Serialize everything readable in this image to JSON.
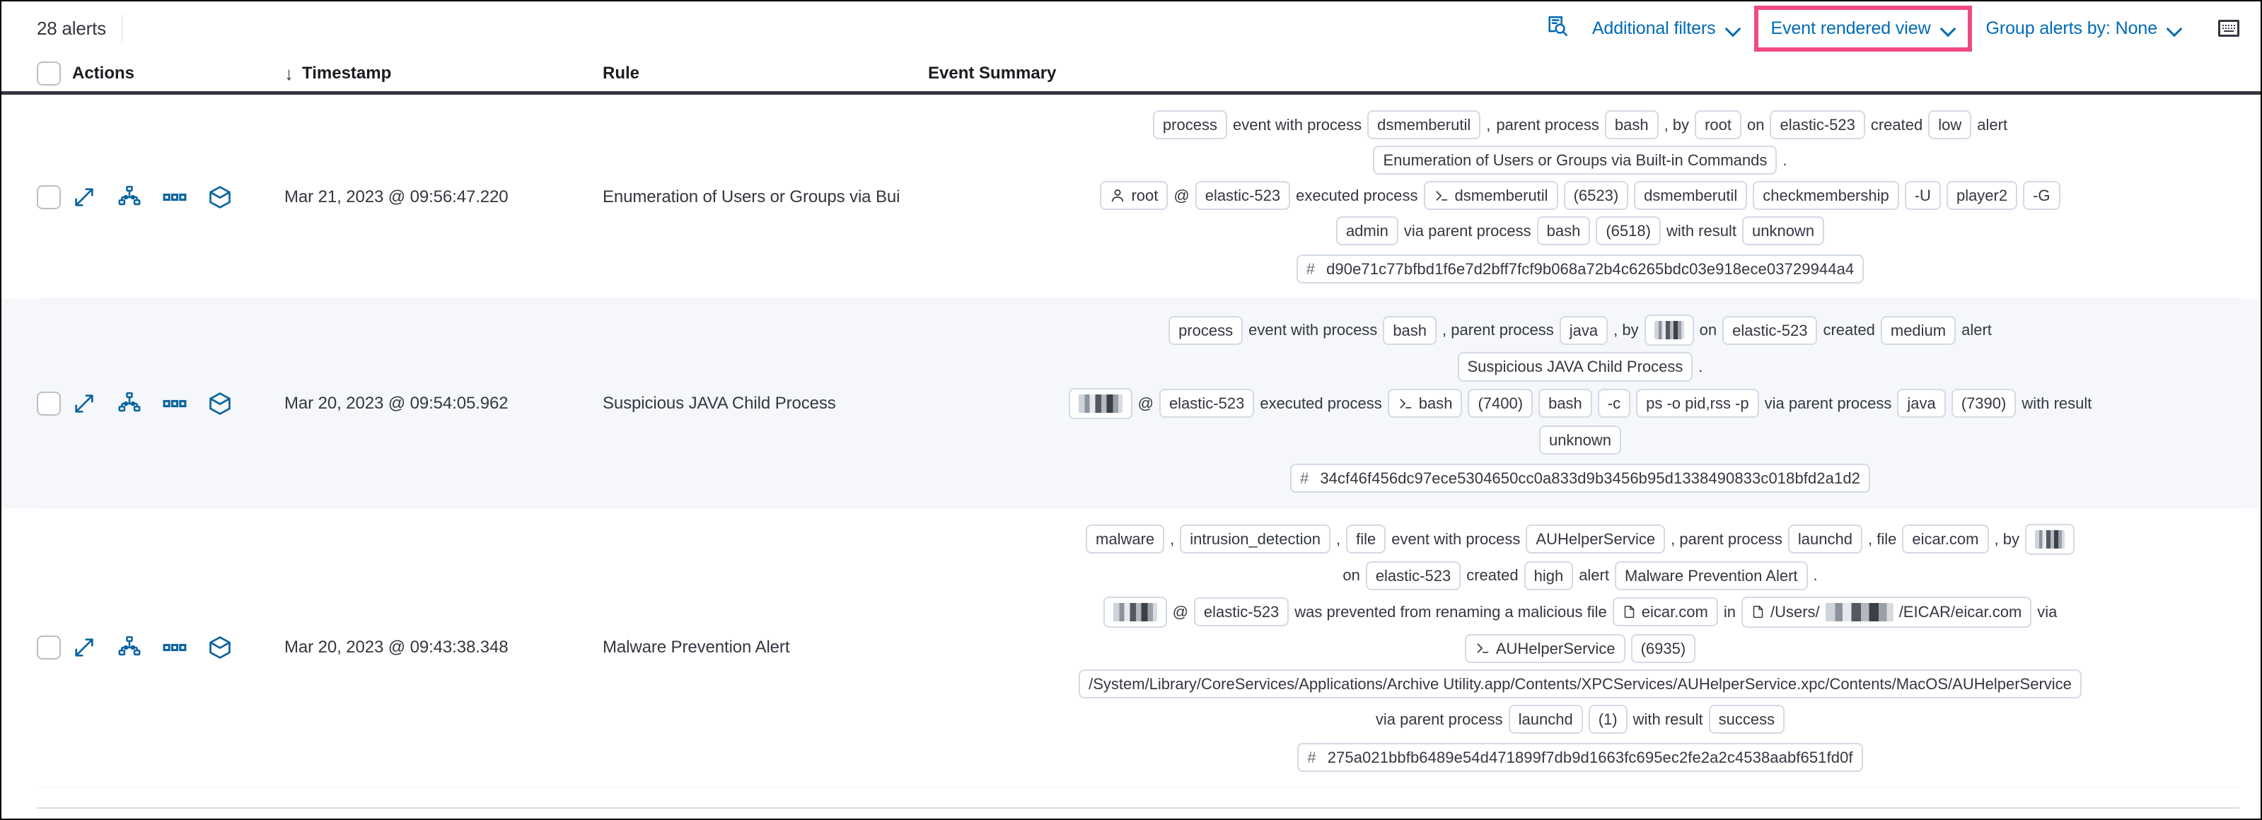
{
  "toolbar": {
    "alerts_count": "28 alerts",
    "inspect_icon": "inspect-icon",
    "additional_filters_label": "Additional filters",
    "view_select_label": "Event rendered view",
    "group_by_label": "Group alerts by: None",
    "keyboard_icon": "keyboard-icon",
    "highlight_color": "#ef4a81",
    "link_color": "#006bb4"
  },
  "table": {
    "columns": {
      "select_all": "",
      "actions": "Actions",
      "timestamp": "Timestamp",
      "timestamp_sort": "↓",
      "rule": "Rule",
      "event_summary": "Event Summary"
    },
    "row_actions": [
      {
        "name": "expand-icon",
        "title": "Expand"
      },
      {
        "name": "session-view-icon",
        "title": "Open session view"
      },
      {
        "name": "more-actions-icon",
        "title": "More actions"
      },
      {
        "name": "analyzer-icon",
        "title": "Analyze event"
      }
    ],
    "rows": [
      {
        "timestamp": "Mar 21, 2023 @ 09:56:47.220",
        "rule": "Enumeration of Users or Groups via Bui",
        "alt": false,
        "summary_lines": [
          [
            {
              "t": "chip",
              "v": "process"
            },
            {
              "t": "text",
              "v": "event with process"
            },
            {
              "t": "chip",
              "v": "dsmemberutil"
            },
            {
              "t": "text",
              "v": ","
            },
            {
              "t": "text",
              "v": "parent process"
            },
            {
              "t": "chip",
              "v": "bash"
            },
            {
              "t": "text",
              "v": ", by"
            },
            {
              "t": "chip",
              "v": "root"
            },
            {
              "t": "text",
              "v": "on"
            },
            {
              "t": "chip",
              "v": "elastic-523"
            },
            {
              "t": "text",
              "v": "created"
            },
            {
              "t": "chip",
              "v": "low"
            },
            {
              "t": "text",
              "v": "alert"
            }
          ],
          [
            {
              "t": "chip",
              "v": "Enumeration of Users or Groups via Built-in Commands"
            },
            {
              "t": "text",
              "v": "."
            }
          ],
          [
            {
              "t": "chip",
              "v": "root",
              "icon": "user-icon"
            },
            {
              "t": "text",
              "v": "@"
            },
            {
              "t": "chip",
              "v": "elastic-523"
            },
            {
              "t": "text",
              "v": "executed process"
            },
            {
              "t": "chip",
              "v": "dsmemberutil",
              "icon": "console-icon"
            },
            {
              "t": "chip",
              "v": "(6523)"
            },
            {
              "t": "chip",
              "v": "dsmemberutil"
            },
            {
              "t": "chip",
              "v": "checkmembership"
            },
            {
              "t": "chip",
              "v": "-U"
            },
            {
              "t": "chip",
              "v": "player2"
            },
            {
              "t": "chip",
              "v": "-G"
            }
          ],
          [
            {
              "t": "chip",
              "v": "admin"
            },
            {
              "t": "text",
              "v": "via parent process"
            },
            {
              "t": "chip",
              "v": "bash"
            },
            {
              "t": "chip",
              "v": "(6518)"
            },
            {
              "t": "text",
              "v": "with result"
            },
            {
              "t": "chip",
              "v": "unknown"
            }
          ]
        ],
        "hash": "d90e71c77bfbd1f6e7d2bff7fcf9b068a72b4c6265bdc03e918ece03729944a4",
        "hash_prefix": "#"
      },
      {
        "timestamp": "Mar 20, 2023 @ 09:54:05.962",
        "rule": "Suspicious JAVA Child Process",
        "alt": true,
        "summary_lines": [
          [
            {
              "t": "chip",
              "v": "process"
            },
            {
              "t": "text",
              "v": "event with process"
            },
            {
              "t": "chip",
              "v": "bash"
            },
            {
              "t": "text",
              "v": ", parent process"
            },
            {
              "t": "chip",
              "v": "java"
            },
            {
              "t": "text",
              "v": ", by"
            },
            {
              "t": "chip",
              "v": "",
              "redacted": 1
            },
            {
              "t": "text",
              "v": "on"
            },
            {
              "t": "chip",
              "v": "elastic-523"
            },
            {
              "t": "text",
              "v": "created"
            },
            {
              "t": "chip",
              "v": "medium"
            },
            {
              "t": "text",
              "v": "alert"
            }
          ],
          [
            {
              "t": "chip",
              "v": "Suspicious JAVA Child Process"
            },
            {
              "t": "text",
              "v": "."
            }
          ],
          [
            {
              "t": "chip",
              "v": "",
              "redacted": 2
            },
            {
              "t": "text",
              "v": "@"
            },
            {
              "t": "chip",
              "v": "elastic-523"
            },
            {
              "t": "text",
              "v": "executed process"
            },
            {
              "t": "chip",
              "v": "bash",
              "icon": "console-icon"
            },
            {
              "t": "chip",
              "v": "(7400)"
            },
            {
              "t": "chip",
              "v": "bash"
            },
            {
              "t": "chip",
              "v": "-c"
            },
            {
              "t": "chip",
              "v": "ps -o pid,rss -p"
            },
            {
              "t": "text",
              "v": "via parent process"
            },
            {
              "t": "chip",
              "v": "java"
            },
            {
              "t": "chip",
              "v": "(7390)"
            },
            {
              "t": "text",
              "v": "with result"
            }
          ],
          [
            {
              "t": "chip",
              "v": "unknown"
            }
          ]
        ],
        "hash": "34cf46f456dc97ece5304650cc0a833d9b3456b95d1338490833c018bfd2a1d2",
        "hash_prefix": "#"
      },
      {
        "timestamp": "Mar 20, 2023 @ 09:43:38.348",
        "rule": "Malware Prevention Alert",
        "alt": false,
        "summary_lines": [
          [
            {
              "t": "chip",
              "v": "malware"
            },
            {
              "t": "text",
              "v": ","
            },
            {
              "t": "chip",
              "v": "intrusion_detection"
            },
            {
              "t": "text",
              "v": ","
            },
            {
              "t": "chip",
              "v": "file"
            },
            {
              "t": "text",
              "v": "event with process"
            },
            {
              "t": "chip",
              "v": "AUHelperService"
            },
            {
              "t": "text",
              "v": ", parent process"
            },
            {
              "t": "chip",
              "v": "launchd"
            },
            {
              "t": "text",
              "v": ", file"
            },
            {
              "t": "chip",
              "v": "eicar.com"
            },
            {
              "t": "text",
              "v": ", by"
            },
            {
              "t": "chip",
              "v": "",
              "redacted": 1
            }
          ],
          [
            {
              "t": "text",
              "v": "on"
            },
            {
              "t": "chip",
              "v": "elastic-523"
            },
            {
              "t": "text",
              "v": "created"
            },
            {
              "t": "chip",
              "v": "high"
            },
            {
              "t": "text",
              "v": "alert"
            },
            {
              "t": "chip",
              "v": "Malware Prevention Alert"
            },
            {
              "t": "text",
              "v": "."
            }
          ],
          [
            {
              "t": "chip",
              "v": "",
              "redacted": 2
            },
            {
              "t": "text",
              "v": "@"
            },
            {
              "t": "chip",
              "v": "elastic-523"
            },
            {
              "t": "text",
              "v": "was prevented from renaming a malicious file"
            },
            {
              "t": "chip",
              "v": "eicar.com",
              "icon": "file-icon"
            },
            {
              "t": "text",
              "v": "in"
            },
            {
              "t": "chip",
              "v": "/Users/",
              "icon": "file-icon",
              "redact_mid": 3,
              "suffix": "/EICAR/eicar.com"
            },
            {
              "t": "text",
              "v": "via"
            }
          ],
          [
            {
              "t": "chip",
              "v": "AUHelperService",
              "icon": "console-icon"
            },
            {
              "t": "chip",
              "v": "(6935)"
            }
          ],
          [
            {
              "t": "chip",
              "v": "/System/Library/CoreServices/Applications/Archive Utility.app/Contents/XPCServices/AUHelperService.xpc/Contents/MacOS/AUHelperService"
            }
          ],
          [
            {
              "t": "text",
              "v": "via parent process"
            },
            {
              "t": "chip",
              "v": "launchd"
            },
            {
              "t": "chip",
              "v": "(1)"
            },
            {
              "t": "text",
              "v": "with result"
            },
            {
              "t": "chip",
              "v": "success"
            }
          ]
        ],
        "hash": "275a021bbfb6489e54d471899f7db9d1663fc695ec2fe2a2c4538aabf651fd0f",
        "hash_prefix": "#"
      }
    ]
  }
}
